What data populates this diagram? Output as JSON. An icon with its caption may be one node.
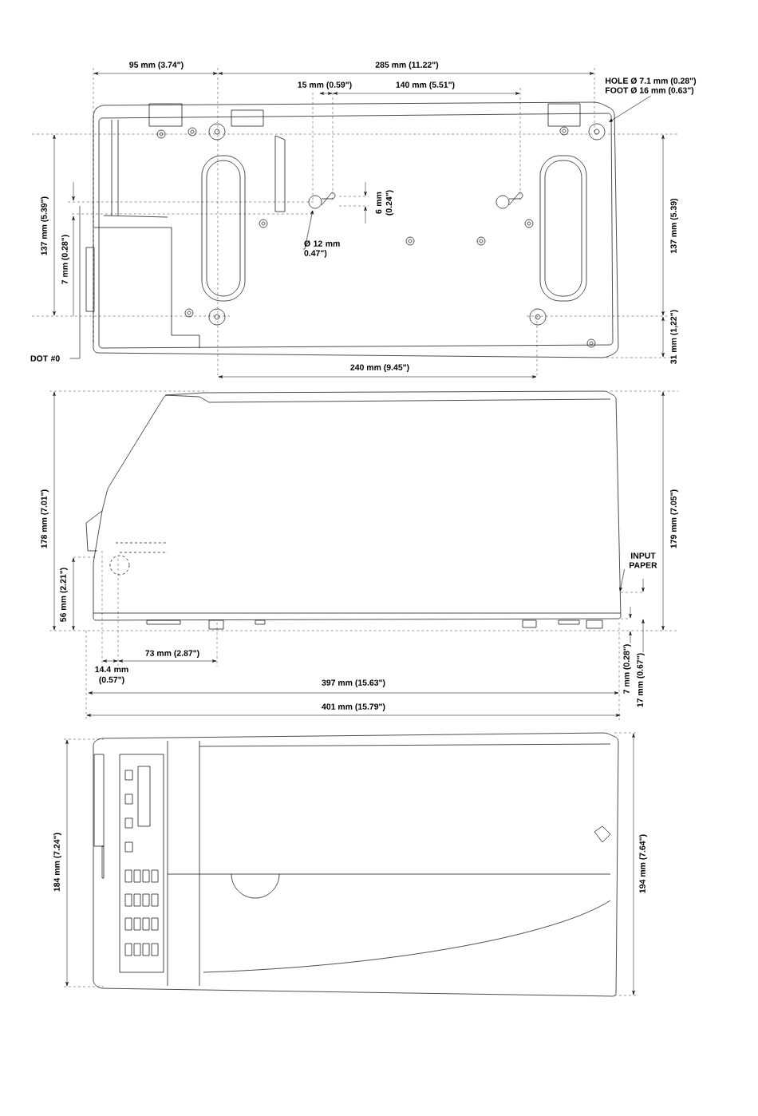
{
  "diagram": {
    "nodes": [
      {
        "text": [
          "DOT #0"
        ]
      },
      {
        "text": [
          "HOLE Ø 7.1 mm (0.28\")",
          "FOOT Ø 16 mm (0.63\")"
        ]
      },
      {
        "text": [
          "Ø 12 mm 0.47\")"
        ]
      },
      {
        "text": [
          "INPUT PAPER"
        ]
      }
    ],
    "edges": [
      {
        "from": 0,
        "to": null,
        "arrow": "none"
      },
      {
        "from": 1,
        "to": null,
        "arrow": "to"
      },
      {
        "from": 2,
        "to": null,
        "arrow": "to"
      },
      {
        "from": 3,
        "to": null,
        "arrow": "to"
      }
    ],
    "labels": [
      "95 mm (3.74\")",
      "285 mm (11.22\")",
      "15 mm (0.59\")",
      "140 mm (5.51\")",
      "137 mm (5.39\")",
      "6 mm (0.24\")",
      "137 mm (5.39)",
      "7 mm (0.28\")",
      "31 mm (1,22\")",
      "240 mm (9.45\")",
      "178 mm (7.01\")",
      "179 mm (7.05\")",
      "56 mm (2.21\")",
      "73 mm (2.87\")",
      "14.4 mm (0.57\")",
      "397 mm (15.63\")",
      "7 mm (0.28\")",
      "17 mm (0.67\")",
      "401 mm (15.79\")",
      "184 mm (7.24\")",
      "194 mm (7.64\")"
    ]
  }
}
